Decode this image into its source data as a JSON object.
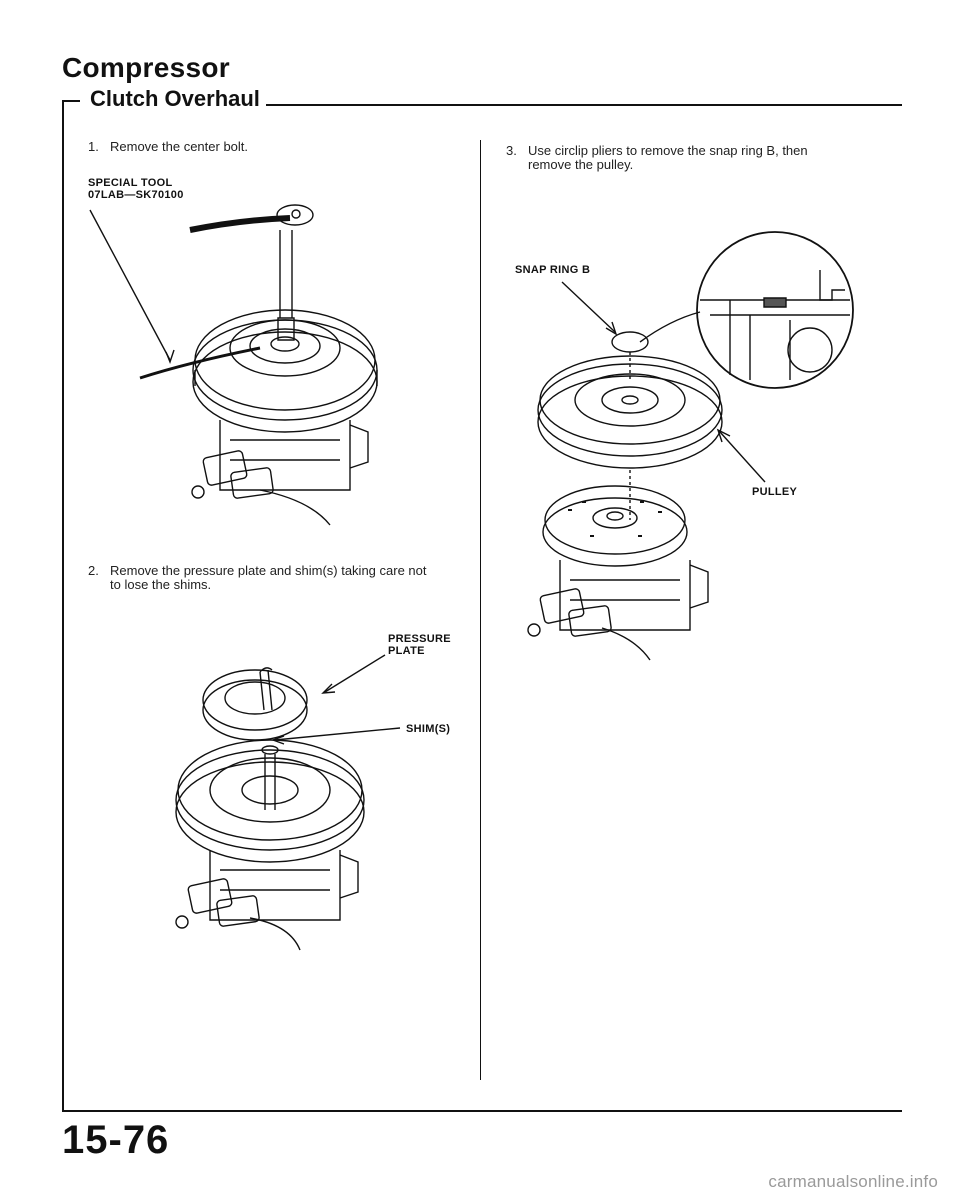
{
  "header": {
    "title": "Compressor",
    "subtitle": "Clutch Overhaul"
  },
  "steps": [
    {
      "number": "1.",
      "text": "Remove the center bolt."
    },
    {
      "number": "2.",
      "text_line1": "Remove the pressure plate and shim(s) taking care not",
      "text_line2": "to lose the shims."
    },
    {
      "number": "3.",
      "text_line1": "Use circlip pliers to remove the snap ring B, then",
      "text_line2": "remove the pulley."
    }
  ],
  "figure1": {
    "label_line1": "SPECIAL TOOL",
    "label_line2": "07LAB—SK70100"
  },
  "figure2": {
    "pressure_plate_line1": "PRESSURE",
    "pressure_plate_line2": "PLATE",
    "shims": "SHIM(S)"
  },
  "figure3": {
    "snap_ring": "SNAP RING B",
    "pulley": "PULLEY"
  },
  "footer": {
    "page_number": "15-76",
    "watermark": "carmanualsonline.info"
  }
}
